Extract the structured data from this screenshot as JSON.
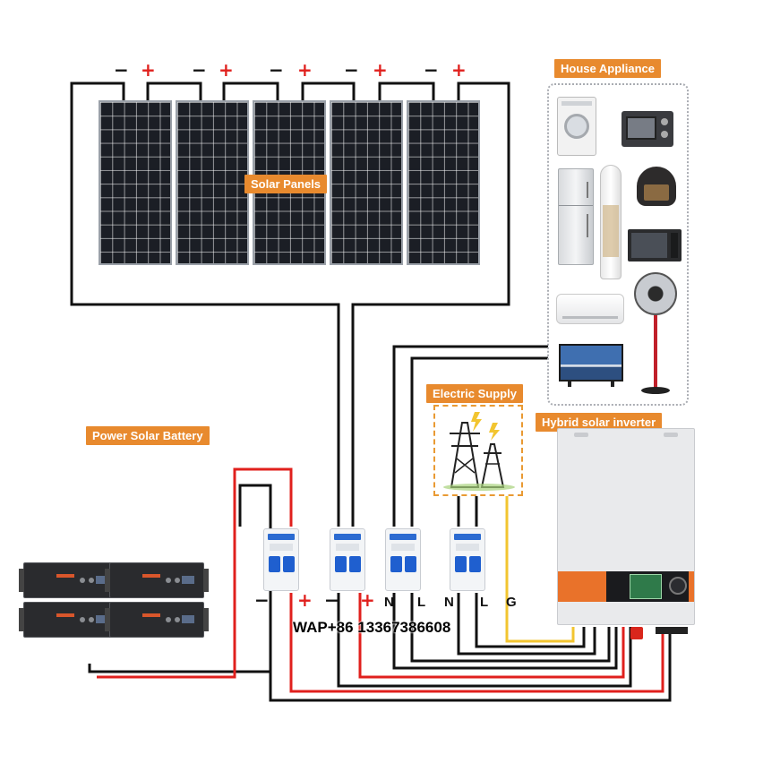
{
  "labels": {
    "solar_panels": "Solar Panels",
    "house_appliance": "House Appliance",
    "electric_supply": "Electric Supply",
    "hybrid_inverter": "Hybrid solar inverter",
    "power_battery": "Power Solar Battery"
  },
  "panel_polarity": [
    {
      "neg": "−",
      "pos": "+"
    },
    {
      "neg": "−",
      "pos": "+"
    },
    {
      "neg": "−",
      "pos": "+"
    },
    {
      "neg": "−",
      "pos": "+"
    },
    {
      "neg": "−",
      "pos": "+"
    }
  ],
  "breaker_terminals": [
    "−",
    "+",
    "−",
    "+",
    "N",
    "L",
    "N",
    "L",
    "G"
  ],
  "contact": "WAP+86 13367386608",
  "appliances": [
    "washing-machine",
    "toaster-oven",
    "refrigerator",
    "tower-air-conditioner",
    "rice-cooker",
    "microwave",
    "split-air-conditioner",
    "electric-fan",
    "television"
  ],
  "colors": {
    "label_bg": "#e88a2e",
    "wire_black": "#111111",
    "wire_red": "#e0201d",
    "wire_yellow": "#f2c530",
    "inverter_band": "#e9722a",
    "breaker_handle": "#1f5fcf"
  }
}
